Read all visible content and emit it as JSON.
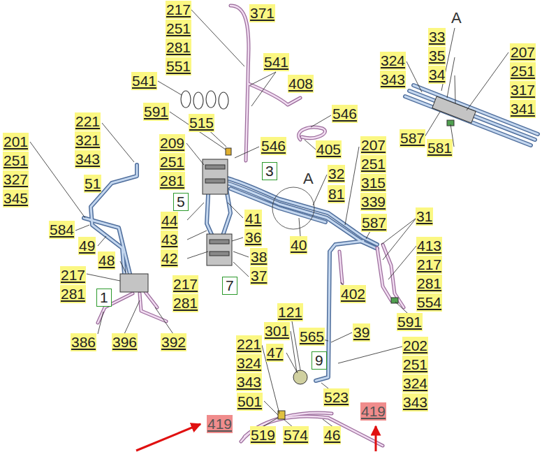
{
  "diagram": {
    "labels": [
      "217",
      "251",
      "281",
      "551",
      "371",
      "541",
      "408",
      "541",
      "591",
      "515",
      "546",
      "405",
      "209",
      "251",
      "281",
      "546",
      "3",
      "5",
      "221",
      "321",
      "343",
      "51",
      "201",
      "251",
      "327",
      "345",
      "584",
      "49",
      "48",
      "44",
      "43",
      "42",
      "41",
      "36",
      "38",
      "37",
      "217",
      "281",
      "1",
      "217",
      "281",
      "7",
      "386",
      "396",
      "392",
      "A",
      "32",
      "81",
      "207",
      "251",
      "315",
      "339",
      "40",
      "587",
      "31",
      "413",
      "217",
      "281",
      "554",
      "402",
      "591",
      "121",
      "301",
      "565",
      "39",
      "221",
      "324",
      "343",
      "47",
      "9",
      "202",
      "251",
      "324",
      "343",
      "501",
      "523",
      "419",
      "419",
      "519",
      "574",
      "46",
      "A",
      "33",
      "35",
      "34",
      "324",
      "343",
      "207",
      "251",
      "317",
      "341",
      "587",
      "581"
    ]
  }
}
